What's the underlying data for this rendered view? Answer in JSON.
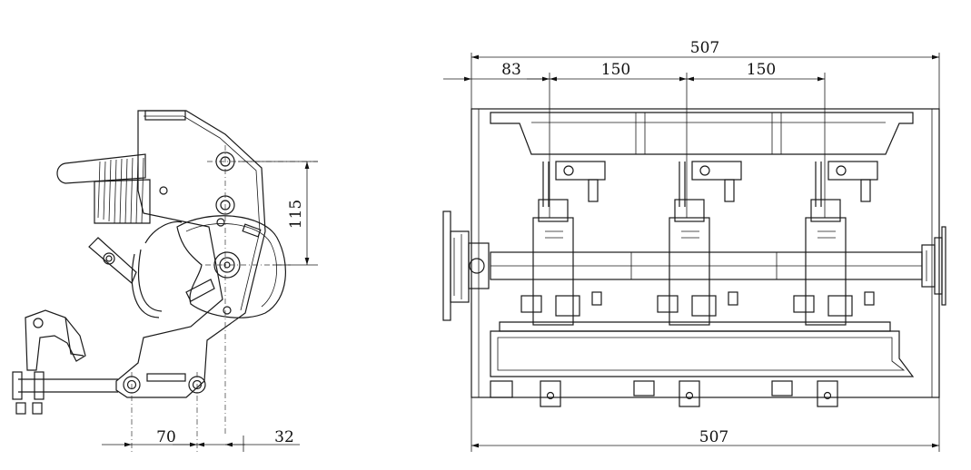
{
  "dimensions": {
    "side_view": {
      "height_115": "115",
      "width_70": "70",
      "width_32": "32"
    },
    "front_view": {
      "top_overall": "507",
      "offset_83": "83",
      "pitch_1": "150",
      "pitch_2": "150",
      "bottom_overall": "507"
    }
  }
}
